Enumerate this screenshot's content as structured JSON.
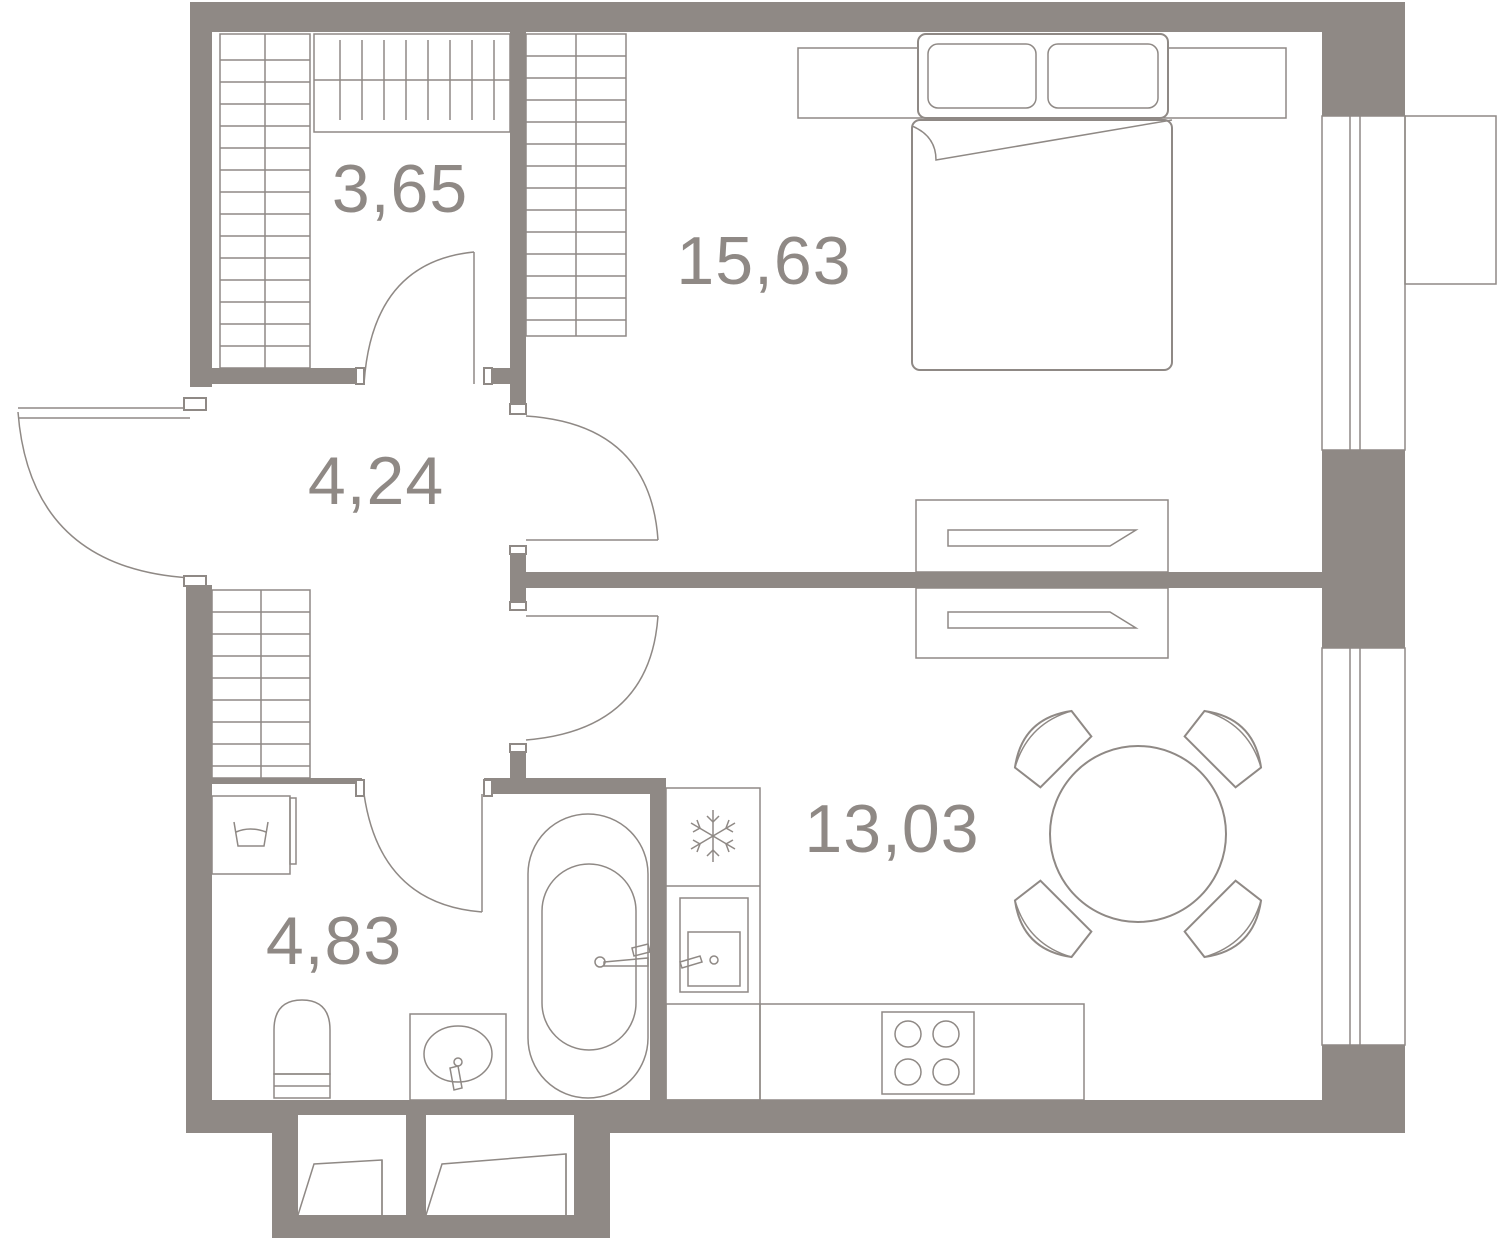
{
  "rooms": [
    {
      "id": "closet",
      "area": "3,65"
    },
    {
      "id": "bedroom",
      "area": "15,63"
    },
    {
      "id": "hallway",
      "area": "4,24"
    },
    {
      "id": "kitchen-living",
      "area": "13,03"
    },
    {
      "id": "bathroom",
      "area": "4,83"
    }
  ],
  "colors": {
    "wall": "#8f8985",
    "background": "#ffffff"
  },
  "icons": [
    "bed-icon",
    "table-chairs-icon",
    "bathtub-icon",
    "toilet-icon",
    "sink-icon",
    "washing-machine-icon",
    "fridge-snowflake-icon",
    "stove-icon",
    "wardrobe-icon",
    "window-icon",
    "door-icon"
  ]
}
